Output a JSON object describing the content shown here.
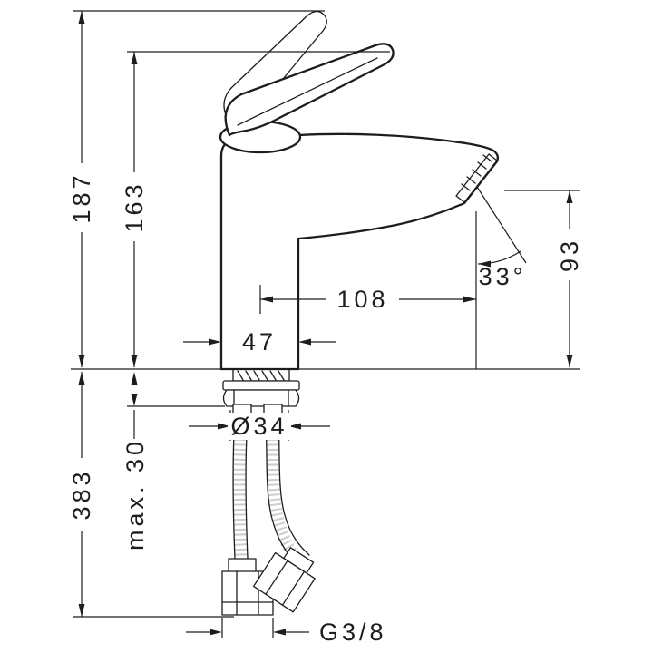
{
  "canvas": {
    "background": "#ffffff",
    "line_color": "#1d1d1b"
  },
  "labels": {
    "total_height": "187",
    "lever_height": "163",
    "spout_height": "93",
    "spout_angle": "33°",
    "spout_reach": "108",
    "body_width": "47",
    "hole_diameter": "Ø34",
    "max_counter_thickness": "max. 30",
    "below_deck_length": "383",
    "connection_thread": "G3/8"
  }
}
